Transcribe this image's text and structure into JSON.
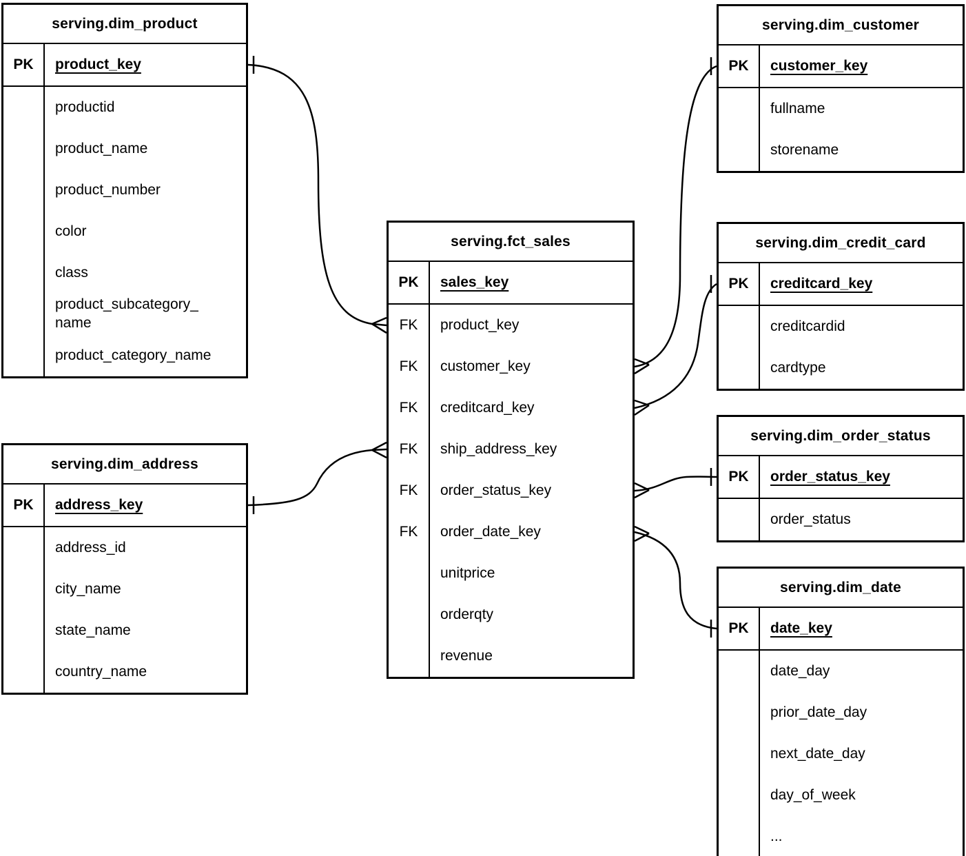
{
  "diagram": {
    "notation": "crow-foot",
    "line_color": "#000000",
    "background_color": "#ffffff",
    "tables": {
      "dim_product": {
        "title": "serving.dim_product",
        "rows": [
          {
            "key": "PK",
            "name": "product_key"
          },
          {
            "key": "",
            "name": "productid"
          },
          {
            "key": "",
            "name": "product_name"
          },
          {
            "key": "",
            "name": "product_number"
          },
          {
            "key": "",
            "name": "color"
          },
          {
            "key": "",
            "name": "class"
          },
          {
            "key": "",
            "name": "product_subcategory_\nname"
          },
          {
            "key": "",
            "name": "product_category_name"
          }
        ]
      },
      "dim_customer": {
        "title": "serving.dim_customer",
        "rows": [
          {
            "key": "PK",
            "name": "customer_key"
          },
          {
            "key": "",
            "name": "fullname"
          },
          {
            "key": "",
            "name": "storename"
          }
        ]
      },
      "fct_sales": {
        "title": "serving.fct_sales",
        "rows": [
          {
            "key": "PK",
            "name": "sales_key"
          },
          {
            "key": "FK",
            "name": "product_key"
          },
          {
            "key": "FK",
            "name": "customer_key"
          },
          {
            "key": "FK",
            "name": "creditcard_key"
          },
          {
            "key": "FK",
            "name": "ship_address_key"
          },
          {
            "key": "FK",
            "name": "order_status_key"
          },
          {
            "key": "FK",
            "name": "order_date_key"
          },
          {
            "key": "",
            "name": "unitprice"
          },
          {
            "key": "",
            "name": "orderqty"
          },
          {
            "key": "",
            "name": "revenue"
          }
        ]
      },
      "dim_credit_card": {
        "title": "serving.dim_credit_card",
        "rows": [
          {
            "key": "PK",
            "name": "creditcard_key"
          },
          {
            "key": "",
            "name": "creditcardid"
          },
          {
            "key": "",
            "name": "cardtype"
          }
        ]
      },
      "dim_order_status": {
        "title": "serving.dim_order_status",
        "rows": [
          {
            "key": "PK",
            "name": "order_status_key"
          },
          {
            "key": "",
            "name": "order_status"
          }
        ]
      },
      "dim_address": {
        "title": "serving.dim_address",
        "rows": [
          {
            "key": "PK",
            "name": "address_key"
          },
          {
            "key": "",
            "name": "address_id"
          },
          {
            "key": "",
            "name": "city_name"
          },
          {
            "key": "",
            "name": "state_name"
          },
          {
            "key": "",
            "name": "country_name"
          }
        ]
      },
      "dim_date": {
        "title": "serving.dim_date",
        "rows": [
          {
            "key": "PK",
            "name": "date_key"
          },
          {
            "key": "",
            "name": "date_day"
          },
          {
            "key": "",
            "name": "prior_date_day"
          },
          {
            "key": "",
            "name": "next_date_day"
          },
          {
            "key": "",
            "name": "day_of_week"
          },
          {
            "key": "",
            "name": "..."
          }
        ]
      }
    },
    "relationships": [
      {
        "many_table": "serving.fct_sales",
        "many_field": "product_key",
        "one_table": "serving.dim_product",
        "one_field": "product_key"
      },
      {
        "many_table": "serving.fct_sales",
        "many_field": "customer_key",
        "one_table": "serving.dim_customer",
        "one_field": "customer_key"
      },
      {
        "many_table": "serving.fct_sales",
        "many_field": "creditcard_key",
        "one_table": "serving.dim_credit_card",
        "one_field": "creditcard_key"
      },
      {
        "many_table": "serving.fct_sales",
        "many_field": "ship_address_key",
        "one_table": "serving.dim_address",
        "one_field": "address_key"
      },
      {
        "many_table": "serving.fct_sales",
        "many_field": "order_status_key",
        "one_table": "serving.dim_order_status",
        "one_field": "order_status_key"
      },
      {
        "many_table": "serving.fct_sales",
        "many_field": "order_date_key",
        "one_table": "serving.dim_date",
        "one_field": "date_key"
      }
    ]
  }
}
